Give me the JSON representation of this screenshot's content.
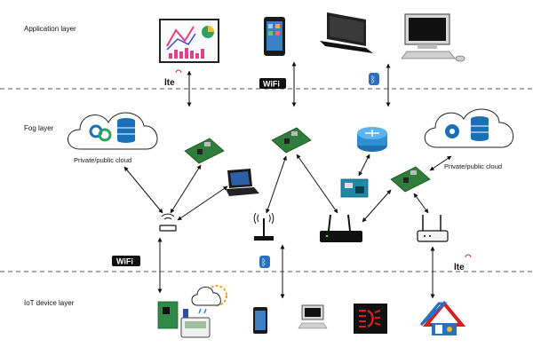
{
  "layers": {
    "application": "Application layer",
    "fog": "Fog layer",
    "iot": "IoT device layer"
  },
  "clouds": {
    "left": "Private/public cloud",
    "right": "Private/public cloud"
  },
  "badges": {
    "lte_top": "lte",
    "lte_bottom": "lte",
    "wifi_top": "WiFi",
    "wifi_bottom": "WiFi",
    "bluetooth_symbol": "ᛒ"
  },
  "colors": {
    "divider": "#555555",
    "cloud_icon": "#1b6fb8",
    "router_blue": "#2d8fd5",
    "board_green": "#2f7d3a",
    "arduino_teal": "#1f8aa8",
    "bulb_red": "#d12222"
  },
  "icons": [
    "analytics-monitor-icon",
    "smartphone-icon",
    "laptop-icon",
    "desktop-computer-icon",
    "cloud-database-icon",
    "cloud-gear-database-icon",
    "raspberry-pi-icon",
    "router-icon",
    "arduino-icon",
    "antenna-access-point-icon",
    "wireless-router-icon",
    "sensor-board-icon",
    "weather-icon",
    "smart-home-icon",
    "lamp-icon"
  ]
}
